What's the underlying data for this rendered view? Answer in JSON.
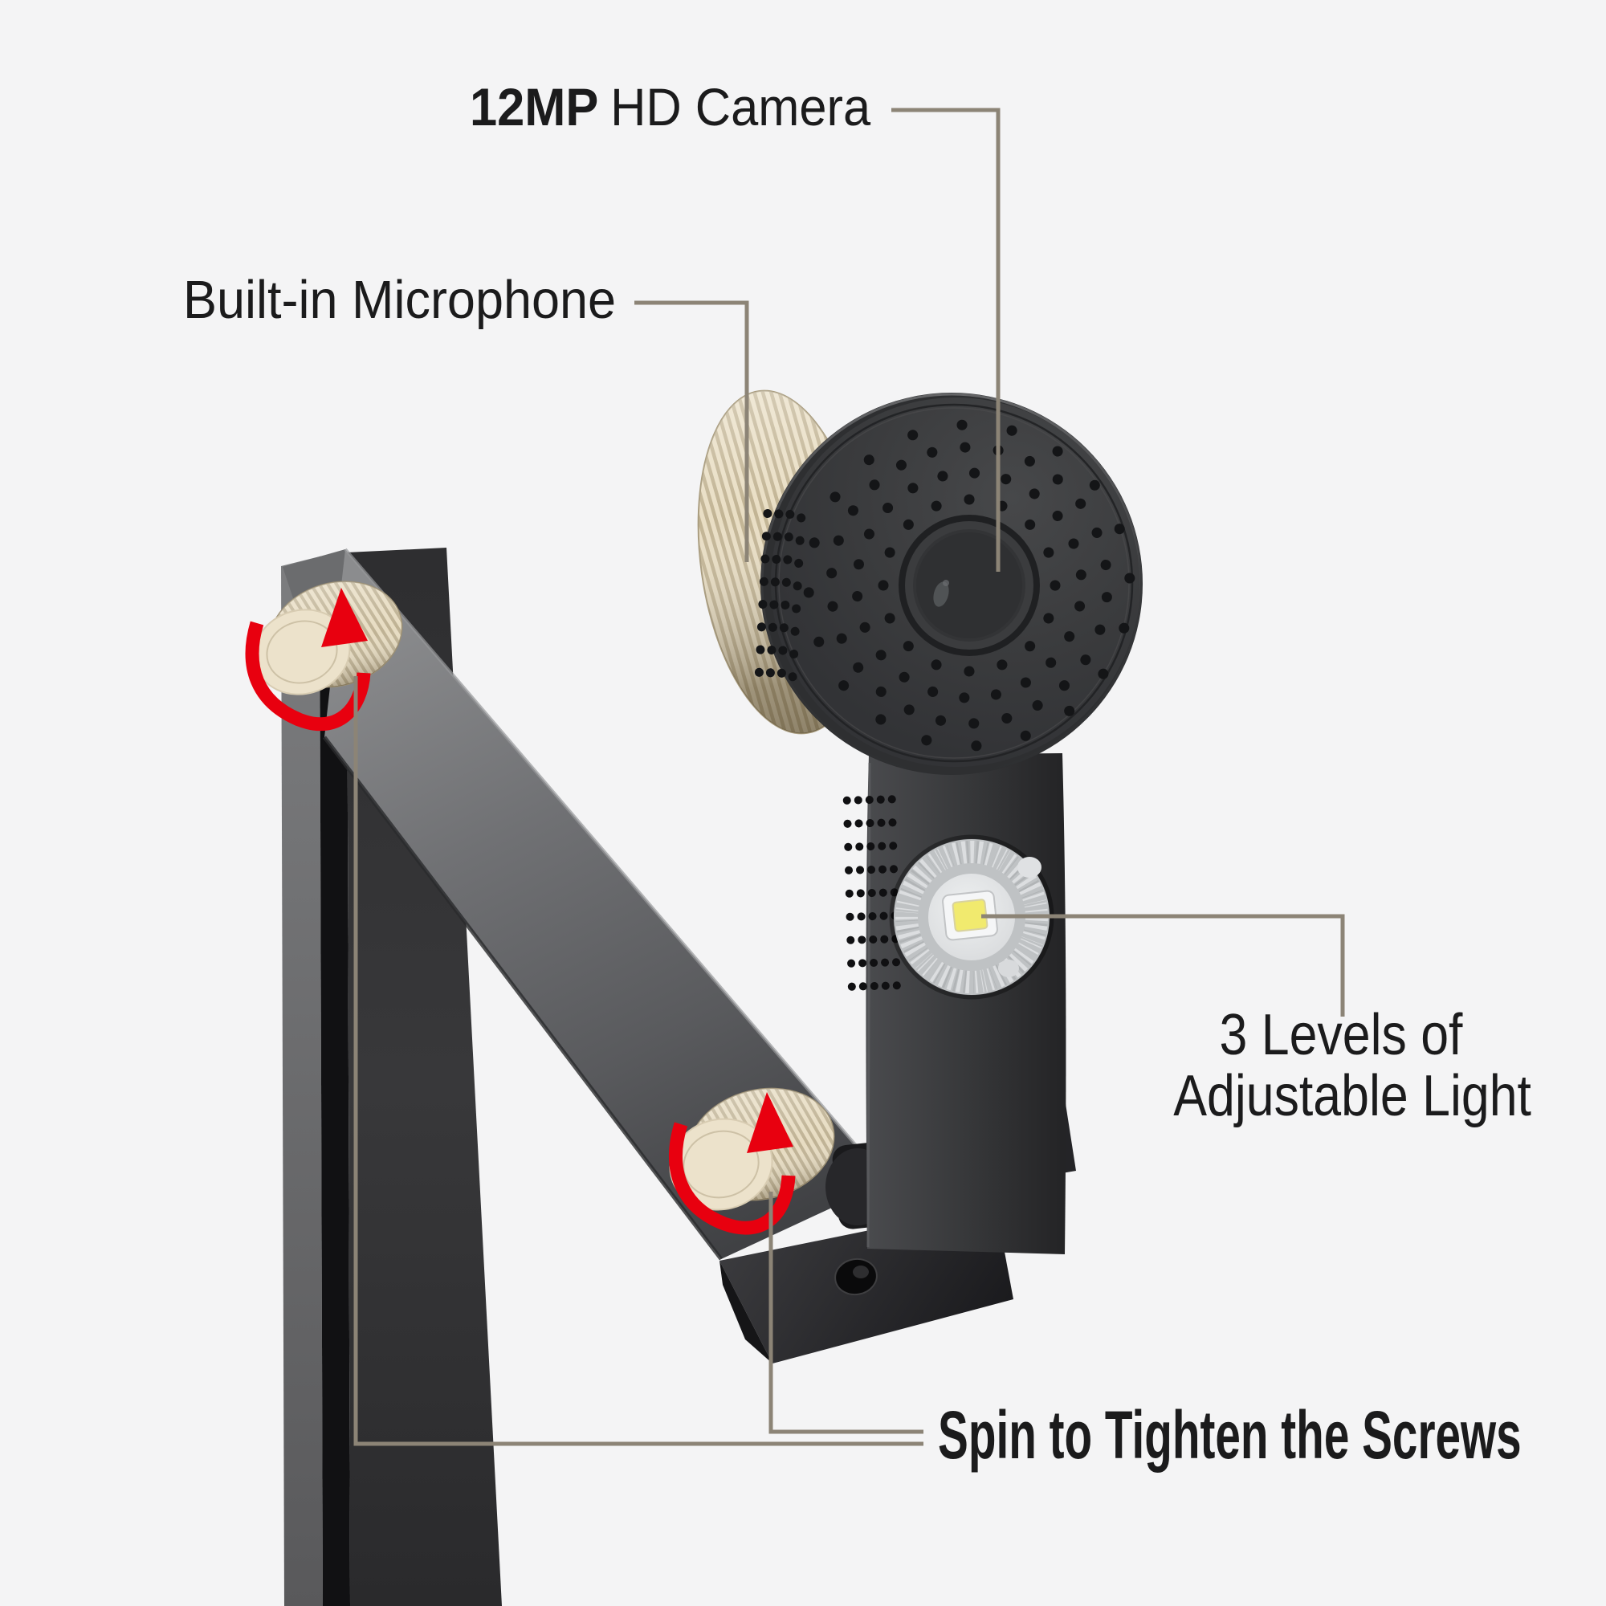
{
  "meta": {
    "background_color": "#f4f4f5",
    "callout_line_color": "#8c8476",
    "arrow_color": "#e8000f",
    "knob_color": "#e8dec6",
    "text_color": "#1b1b1c"
  },
  "icons": {
    "rotate_arrow": "circular-arrow-up"
  },
  "labels": {
    "camera": {
      "highlight": "12MP",
      "rest": "HD Camera"
    },
    "microphone": {
      "text": "Built-in Microphone"
    },
    "light": {
      "line1": "3 Levels of",
      "line2": "Adjustable Light"
    },
    "screws": {
      "text": "Spin to Tighten the Screws"
    }
  }
}
